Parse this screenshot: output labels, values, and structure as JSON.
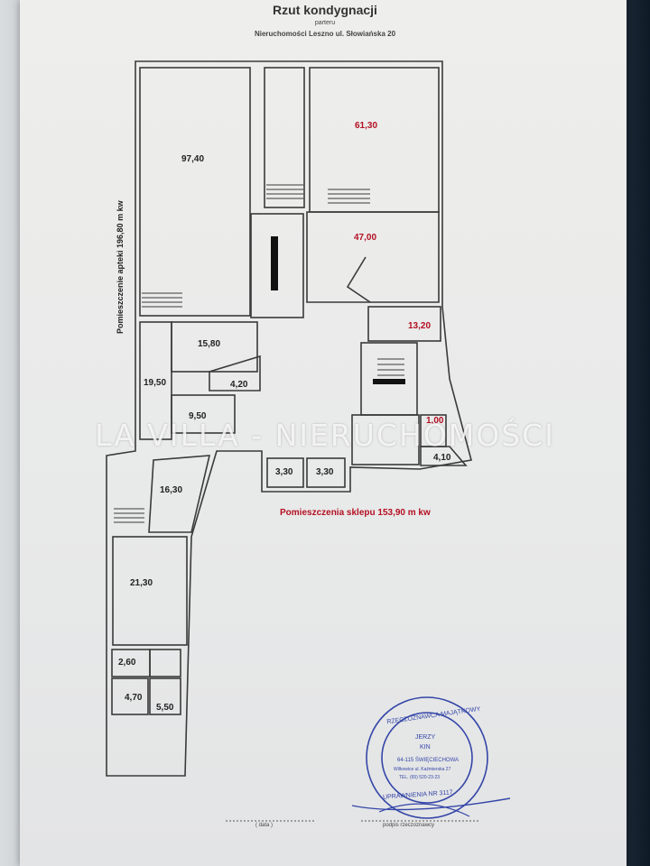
{
  "header": {
    "title": "Rzut kondygnacji",
    "subtitle": "parteru",
    "address": "Nieruchomości Leszno ul. Słowiańska 20"
  },
  "rooms": [
    {
      "label": "97,40",
      "color": "black"
    },
    {
      "label": "61,30",
      "color": "red"
    },
    {
      "label": "47,00",
      "color": "red"
    },
    {
      "label": "13,20",
      "color": "red"
    },
    {
      "label": "15,80",
      "color": "black"
    },
    {
      "label": "19,50",
      "color": "black"
    },
    {
      "label": "4,20",
      "color": "black"
    },
    {
      "label": "9,50",
      "color": "black"
    },
    {
      "label": "1,00",
      "color": "red"
    },
    {
      "label": "4,10",
      "color": "black"
    },
    {
      "label": "3,30",
      "color": "black"
    },
    {
      "label": "3,30",
      "color": "black"
    },
    {
      "label": "16,30",
      "color": "black"
    },
    {
      "label": "21,30",
      "color": "black"
    },
    {
      "label": "2,60",
      "color": "black"
    },
    {
      "label": "4,70",
      "color": "black"
    },
    {
      "label": "5,50",
      "color": "black"
    }
  ],
  "labels": {
    "pharmacy_area": "Pomieszczenie apteki  196,80 m kw",
    "shop_area": "Pomieszczenia sklepu   153,90 m kw"
  },
  "watermark": "LA VILLA - NIERUCHOMOŚCI",
  "stamp": {
    "ring_text": "RZECZOZNAWCA MAJĄTKOWY",
    "name_line1": "JERZY",
    "name_line2": "KIN",
    "address_line1": "64-115 ŚWIĘCIECHOWA",
    "address_line2": "Wilkowice ul. Kaźmierska 27",
    "phone": "TEL. (65) 520-23-23",
    "bottom_text": "UPRAWNIENIA NR 3117"
  },
  "signature_line": {
    "date_label": "( data )",
    "signature_label": "podpis rzeczoznawcy"
  },
  "colors": {
    "line": "#3a3a3a",
    "red_label": "#b41022",
    "stamp": "#3446a8"
  }
}
